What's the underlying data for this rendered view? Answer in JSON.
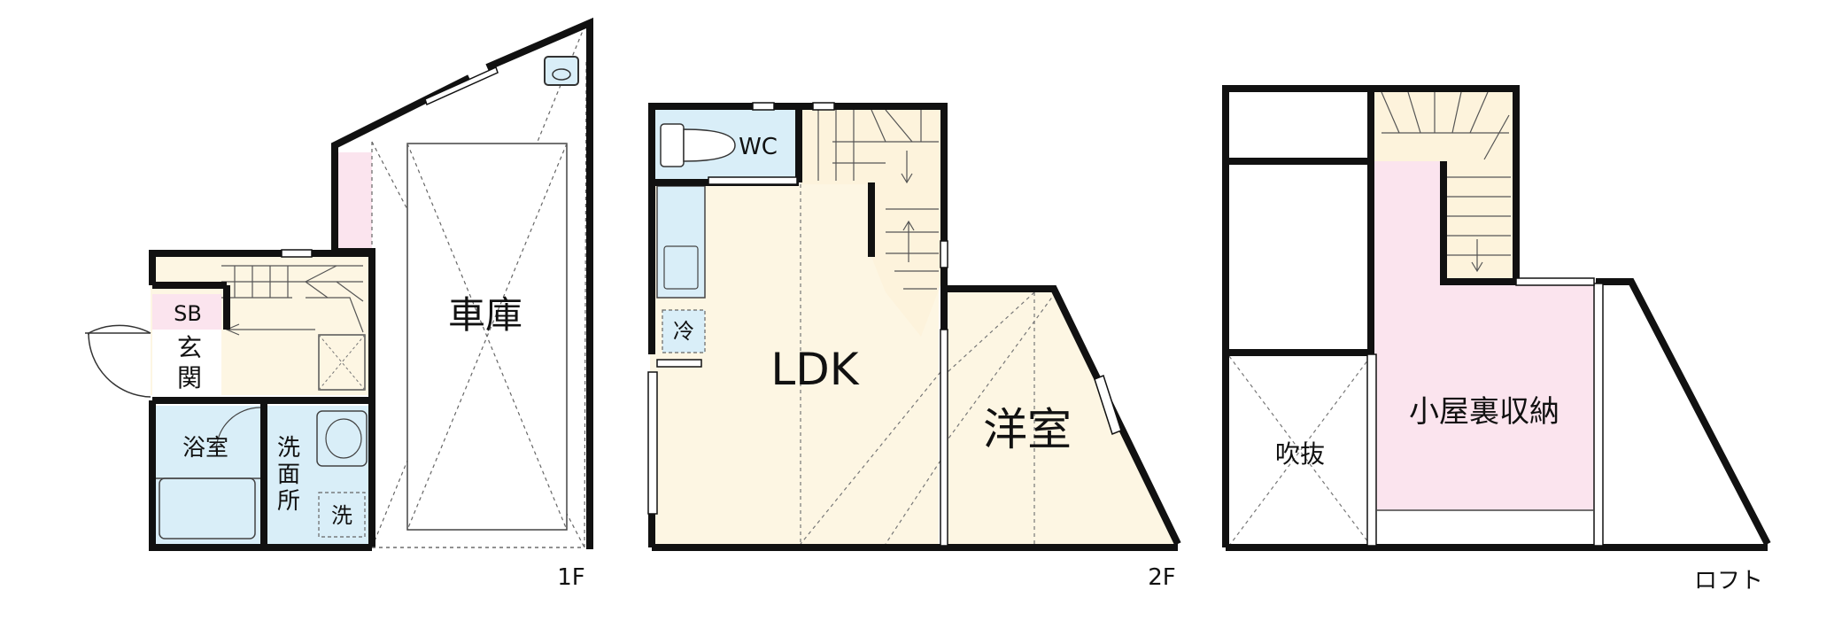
{
  "floor_1": {
    "label": "1F",
    "garage": "車庫",
    "entrance": "玄関",
    "shoe_box": "SB",
    "bath": "浴室",
    "washroom": "洗面所",
    "washer": "洗"
  },
  "floor_2": {
    "label": "2F",
    "ldk": "LDK",
    "western_room": "洋室",
    "toilet": "WC",
    "fridge": "冷"
  },
  "loft": {
    "label": "ロフト",
    "storage": "小屋裏収納",
    "void": "吹抜"
  },
  "colors": {
    "wall": "#111111",
    "floor_beige": "#fdf6e3",
    "wet_blue": "#d9eef8",
    "storage_pink": "#fbe4ee",
    "stair_beige": "#fdf3dc"
  }
}
